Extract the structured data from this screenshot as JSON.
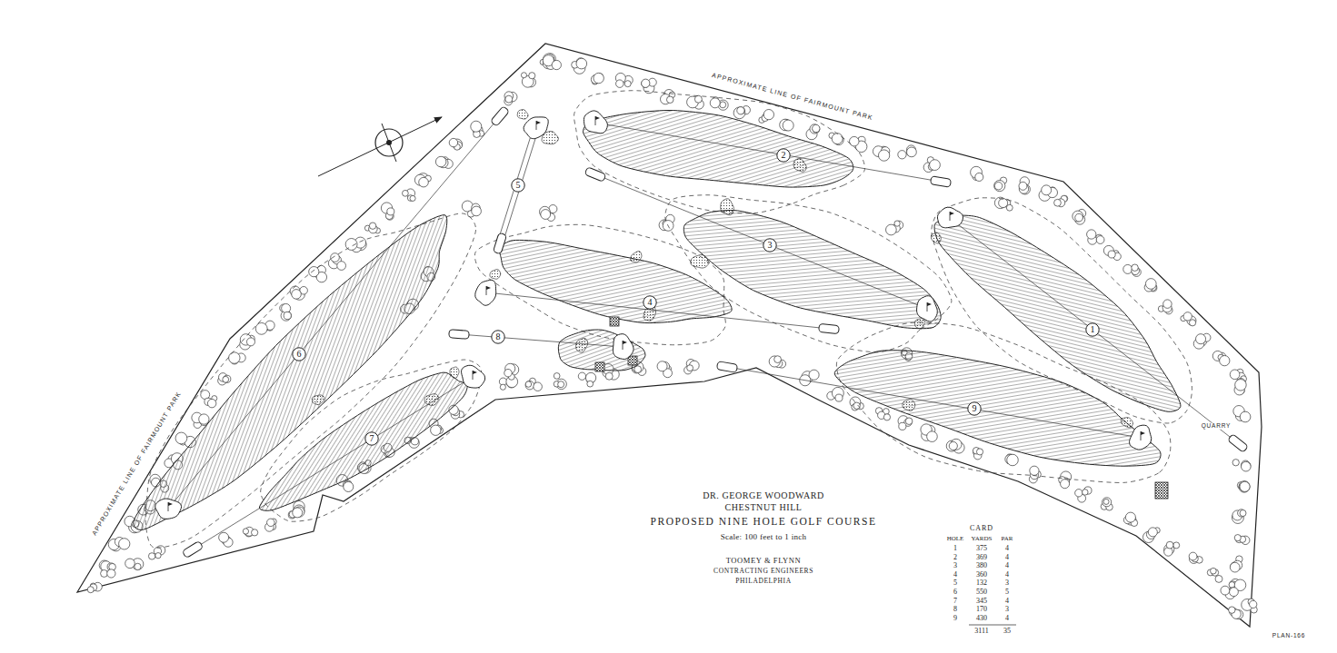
{
  "diagram": {
    "title": "PROPOSED NINE HOLE GOLF COURSE",
    "nodes": [
      {
        "text": [
          "1"
        ]
      },
      {
        "text": [
          "2"
        ]
      },
      {
        "text": [
          "3"
        ]
      },
      {
        "text": [
          "4"
        ]
      },
      {
        "text": [
          "5"
        ]
      },
      {
        "text": [
          "6"
        ]
      },
      {
        "text": [
          "7"
        ]
      },
      {
        "text": [
          "8"
        ]
      },
      {
        "text": [
          "9"
        ]
      }
    ],
    "labels": [
      "APPROXIMATE LINE OF FAIRMOUNT PARK",
      "APPROXIMATE LINE OF FAIRMOUNT PARK",
      "QUARRY",
      "DR. GEORGE WOODWARD",
      "CHESTNUT HILL",
      "Scale: 100 feet to 1 inch",
      "TOOMEY & FLYNN",
      "CONTRACTING ENGINEERS",
      "PHILADELPHIA",
      "CARD",
      "HOLE",
      "YARDS",
      "PAR",
      "1",
      "375",
      "4",
      "2",
      "369",
      "4",
      "3",
      "380",
      "4",
      "4",
      "360",
      "4",
      "5",
      "132",
      "3",
      "6",
      "550",
      "5",
      "7",
      "345",
      "4",
      "8",
      "170",
      "3",
      "9",
      "430",
      "4",
      "3111",
      "35",
      "PLAN-166"
    ]
  }
}
